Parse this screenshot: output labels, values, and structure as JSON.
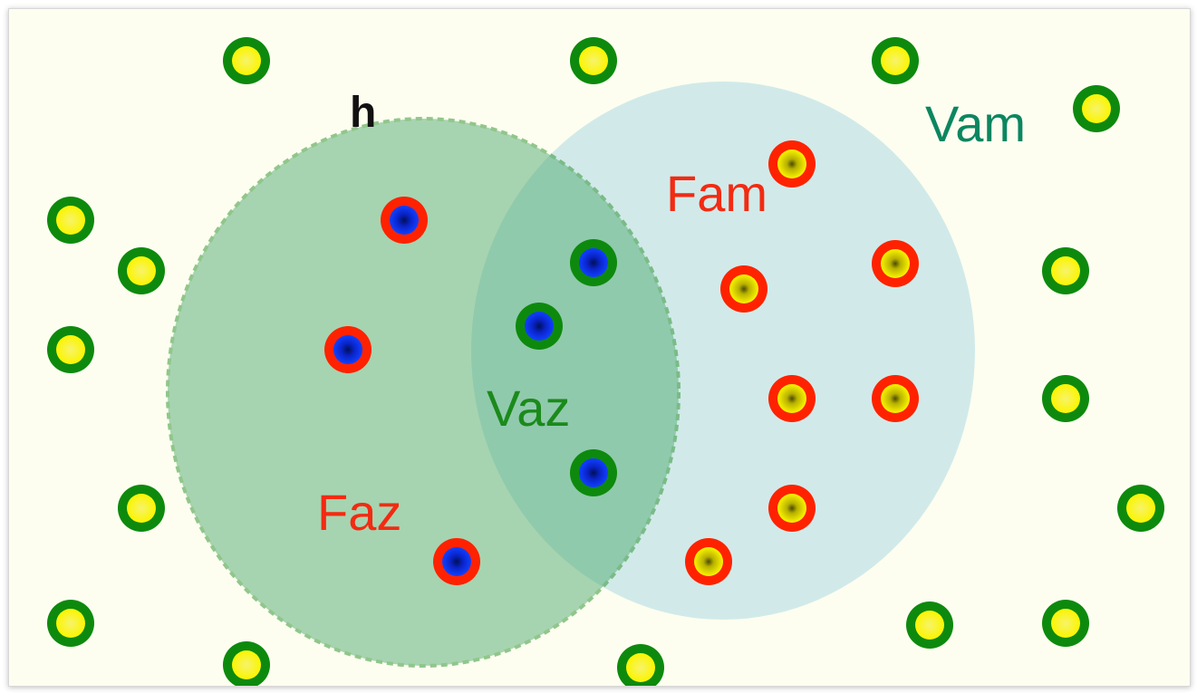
{
  "labels": {
    "h": "h",
    "vam": "Vam",
    "fam": "Fam",
    "vaz": "Vaz",
    "faz": "Faz"
  },
  "colors": {
    "background": "#fdfef0",
    "h_region": "#7fc696",
    "vam_region": "#bfe2e6",
    "h_border": "#1e8a1e",
    "green_ring": "#0d8a0d",
    "red_ring": "#ff2200",
    "yellow_core": "#fbf500",
    "blue_core": "#0a2cff",
    "label_red": "#f32a12",
    "label_green": "#1b8a1b",
    "label_teal": "#0b8660",
    "label_black": "#111111"
  }
}
